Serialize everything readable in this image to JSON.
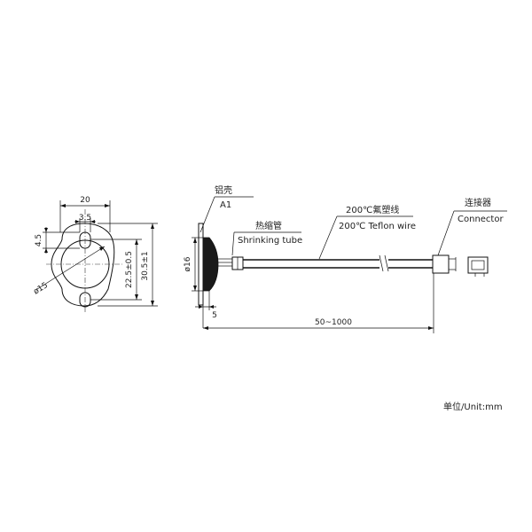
{
  "front_view": {
    "width": "20",
    "hole_diameter": "3.5",
    "hole_offset": "4.5",
    "hole_spacing": "22.5±0.5",
    "total_height": "30.5±1",
    "face_diameter": "ø15"
  },
  "side_view": {
    "body_diameter": "ø16",
    "thickness": "5",
    "cable_length": "50~1000"
  },
  "callouts": {
    "aluminum_cn": "铝壳",
    "aluminum_en": "A1",
    "shrink_cn": "热缩管",
    "shrink_en": "Shrinking tube",
    "wire_cn": "200℃氟塑线",
    "wire_en": "200℃ Teflon wire",
    "connector_cn": "连接器",
    "connector_en": "Connector"
  },
  "unit_note": "单位/Unit:mm"
}
